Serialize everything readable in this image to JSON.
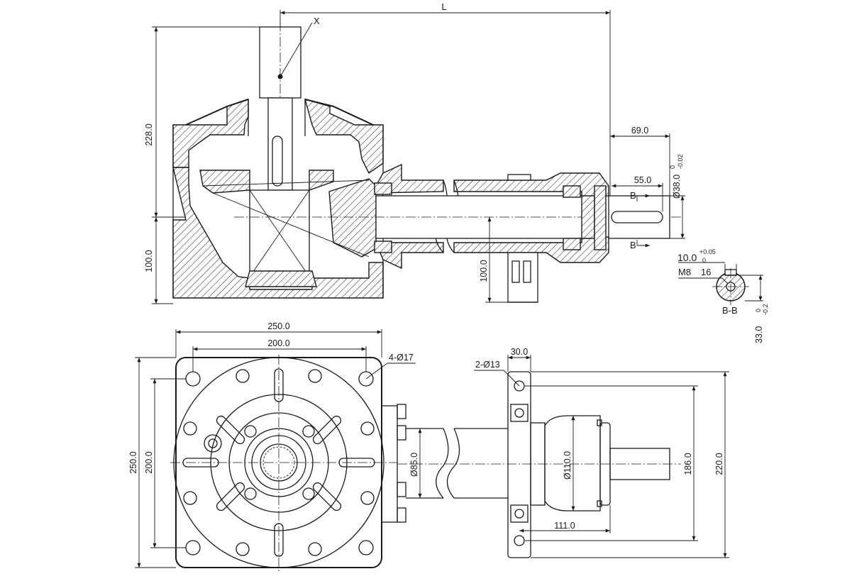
{
  "drawing": {
    "top_view": {
      "overall_length_label": "L",
      "shaft_marker_label": "X",
      "height_upper": "228.0",
      "height_lower": "100.0",
      "foot_height": "100.0",
      "shaft_end_length": "69.0",
      "key_length": "55.0",
      "shaft_diameter": "Ø38.0",
      "shaft_diameter_tol_upper": "0",
      "shaft_diameter_tol_lower": "-0.02",
      "section_marker_top": "B",
      "section_marker_bottom": "B"
    },
    "section_bb": {
      "key_width": "10.0",
      "key_width_tol_upper": "+0.05",
      "key_width_tol_lower": "0",
      "thread": "M8",
      "thread_depth": "16",
      "title": "B-B",
      "key_height": "33.0",
      "key_height_tol_upper": "0",
      "key_height_tol_lower": "-0.2"
    },
    "plan_view": {
      "flange_width": "250.0",
      "bolt_spacing_x": "200.0",
      "flange_height": "250.0",
      "bolt_spacing_y": "200.0",
      "mounting_holes": "4-Ø17",
      "tube_diameter": "Ø85.0",
      "bracket_width": "30.0",
      "bracket_holes": "2-Ø13",
      "bearing_diameter": "Ø110.0",
      "bracket_offset": "111.0",
      "bracket_hole_spacing": "186.0",
      "bracket_height": "220.0"
    }
  }
}
